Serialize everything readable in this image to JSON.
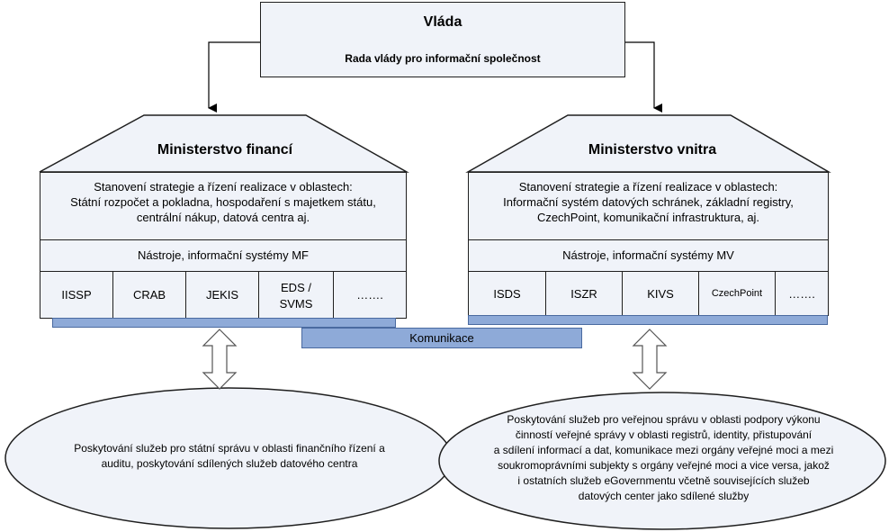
{
  "vlada": {
    "title": "Vláda",
    "subtitle": "Rada vlády pro informační společnost"
  },
  "mf": {
    "title": "Ministerstvo financí",
    "strategy_lines": [
      "Stanovení strategie a řízení realizace v oblastech:",
      "Státní rozpočet a pokladna, hospodaření s majetkem státu,",
      "centrální nákup, datová centra aj."
    ],
    "tools_label": "Nástroje, informační systémy MF",
    "systems": [
      "IISSP",
      "CRAB",
      "JEKIS",
      "EDS /",
      "SVMS",
      "……."
    ]
  },
  "mv": {
    "title": "Ministerstvo vnitra",
    "strategy_lines": [
      "Stanovení strategie a řízení realizace v oblastech:",
      "Informační systém datových schránek, základní registry,",
      "CzechPoint, komunikační infrastruktura, aj."
    ],
    "tools_label": "Nástroje, informační systémy MV",
    "systems": [
      "ISDS",
      "ISZR",
      "KIVS",
      "CzechPoint",
      "……."
    ]
  },
  "komunikace": "Komunikace",
  "left_ellipse_lines": [
    "Poskytování služeb pro státní správu v oblasti finančního řízení a",
    "auditu, poskytování sdílených služeb datového centra"
  ],
  "right_ellipse_lines": [
    "Poskytování služeb pro veřejnou správu v oblasti podpory výkonu",
    "činností veřejné správy v oblasti registrů, identity, přistupování",
    "a sdílení informací a dat, komunikace mezi orgány veřejné moci a mezi",
    "soukromoprávními subjekty s orgány veřejné moci a vice versa, jakož",
    "i ostatních služeb eGovernmentu včetně souvisejících služeb",
    "datových center jako sdílené služby"
  ],
  "colors": {
    "box_fill": "#f0f3f9",
    "bar_fill": "#8eaad8",
    "stroke": "#1f1f1f"
  }
}
